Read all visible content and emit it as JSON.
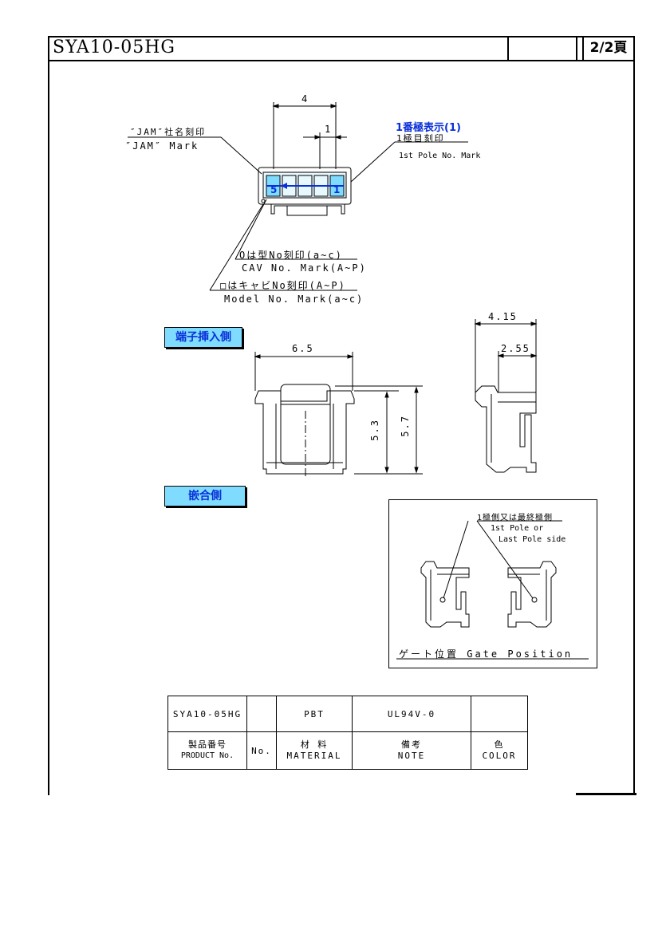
{
  "title": {
    "part_number": "SYA10-05HG",
    "page": "2/2頁"
  },
  "top_view": {
    "dim_4": "4",
    "dim_1": "1",
    "jam_mark_jp": "″JAM″社名刻印",
    "jam_mark_en": "″JAM″ Mark",
    "pole1_display": "1番極表示(1)",
    "pole1_mark_jp": "1極目刻印",
    "pole1_mark_en": "1st Pole No. Mark",
    "cav_pos_5": "5",
    "cav_pos_1": "1",
    "model_mark_jp": "Oは型No刻印(a~c)",
    "cav_mark_en": "CAV No. Mark(A~P)",
    "cav_mark_jp": "□はキャビNo刻印(A~P)",
    "model_mark_en": "Model No. Mark(a~c)"
  },
  "tags": {
    "insertion_side": "端子挿入側",
    "mating_side": "嵌合側"
  },
  "front_view": {
    "dim_width": "6.5",
    "dim_h1": "5.3",
    "dim_h2": "5.7"
  },
  "side_view": {
    "dim_depth": "4.15",
    "dim_depth2": "2.55"
  },
  "gate": {
    "side_jp": "1極側又は最終極側",
    "side_en1": "1st Pole or",
    "side_en2": "Last Pole side",
    "caption": "ゲート位置 Gate Position"
  },
  "bom": {
    "part_number": "SYA10-05HG",
    "no_value": "",
    "material": "PBT",
    "note": "UL94V-0",
    "color": "",
    "hdr_product_jp": "製品番号",
    "hdr_product_en": "PRODUCT No.",
    "hdr_no": "No.",
    "hdr_material_jp": "材 料",
    "hdr_material_en": "MATERIAL",
    "hdr_note_jp": "備考",
    "hdr_note_en": "NOTE",
    "hdr_color_jp": "色",
    "hdr_color_en": "COLOR"
  }
}
